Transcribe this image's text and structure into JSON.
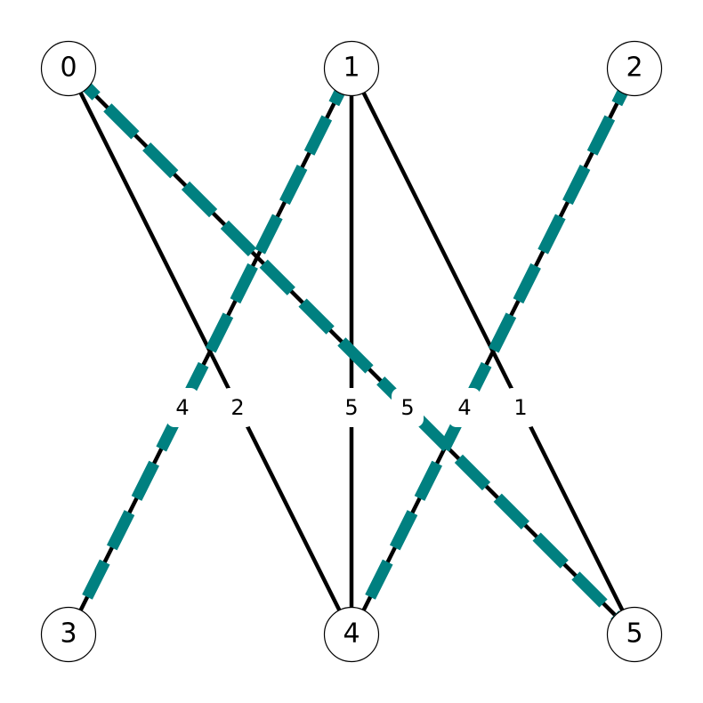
{
  "nodes": [
    {
      "id": "0",
      "label": "0"
    },
    {
      "id": "1",
      "label": "1"
    },
    {
      "id": "2",
      "label": "2"
    },
    {
      "id": "3",
      "label": "3"
    },
    {
      "id": "4",
      "label": "4"
    },
    {
      "id": "5",
      "label": "5"
    }
  ],
  "edges": [
    {
      "source": "0",
      "target": "4",
      "weight": "2",
      "highlighted": false
    },
    {
      "source": "0",
      "target": "5",
      "weight": "5",
      "highlighted": true
    },
    {
      "source": "1",
      "target": "3",
      "weight": "4",
      "highlighted": true
    },
    {
      "source": "1",
      "target": "4",
      "weight": "5",
      "highlighted": false
    },
    {
      "source": "1",
      "target": "5",
      "weight": "1",
      "highlighted": false
    },
    {
      "source": "2",
      "target": "4",
      "weight": "4",
      "highlighted": true
    }
  ],
  "colors": {
    "highlight": "#008080",
    "edge": "#000000",
    "node_fill": "#ffffff"
  }
}
